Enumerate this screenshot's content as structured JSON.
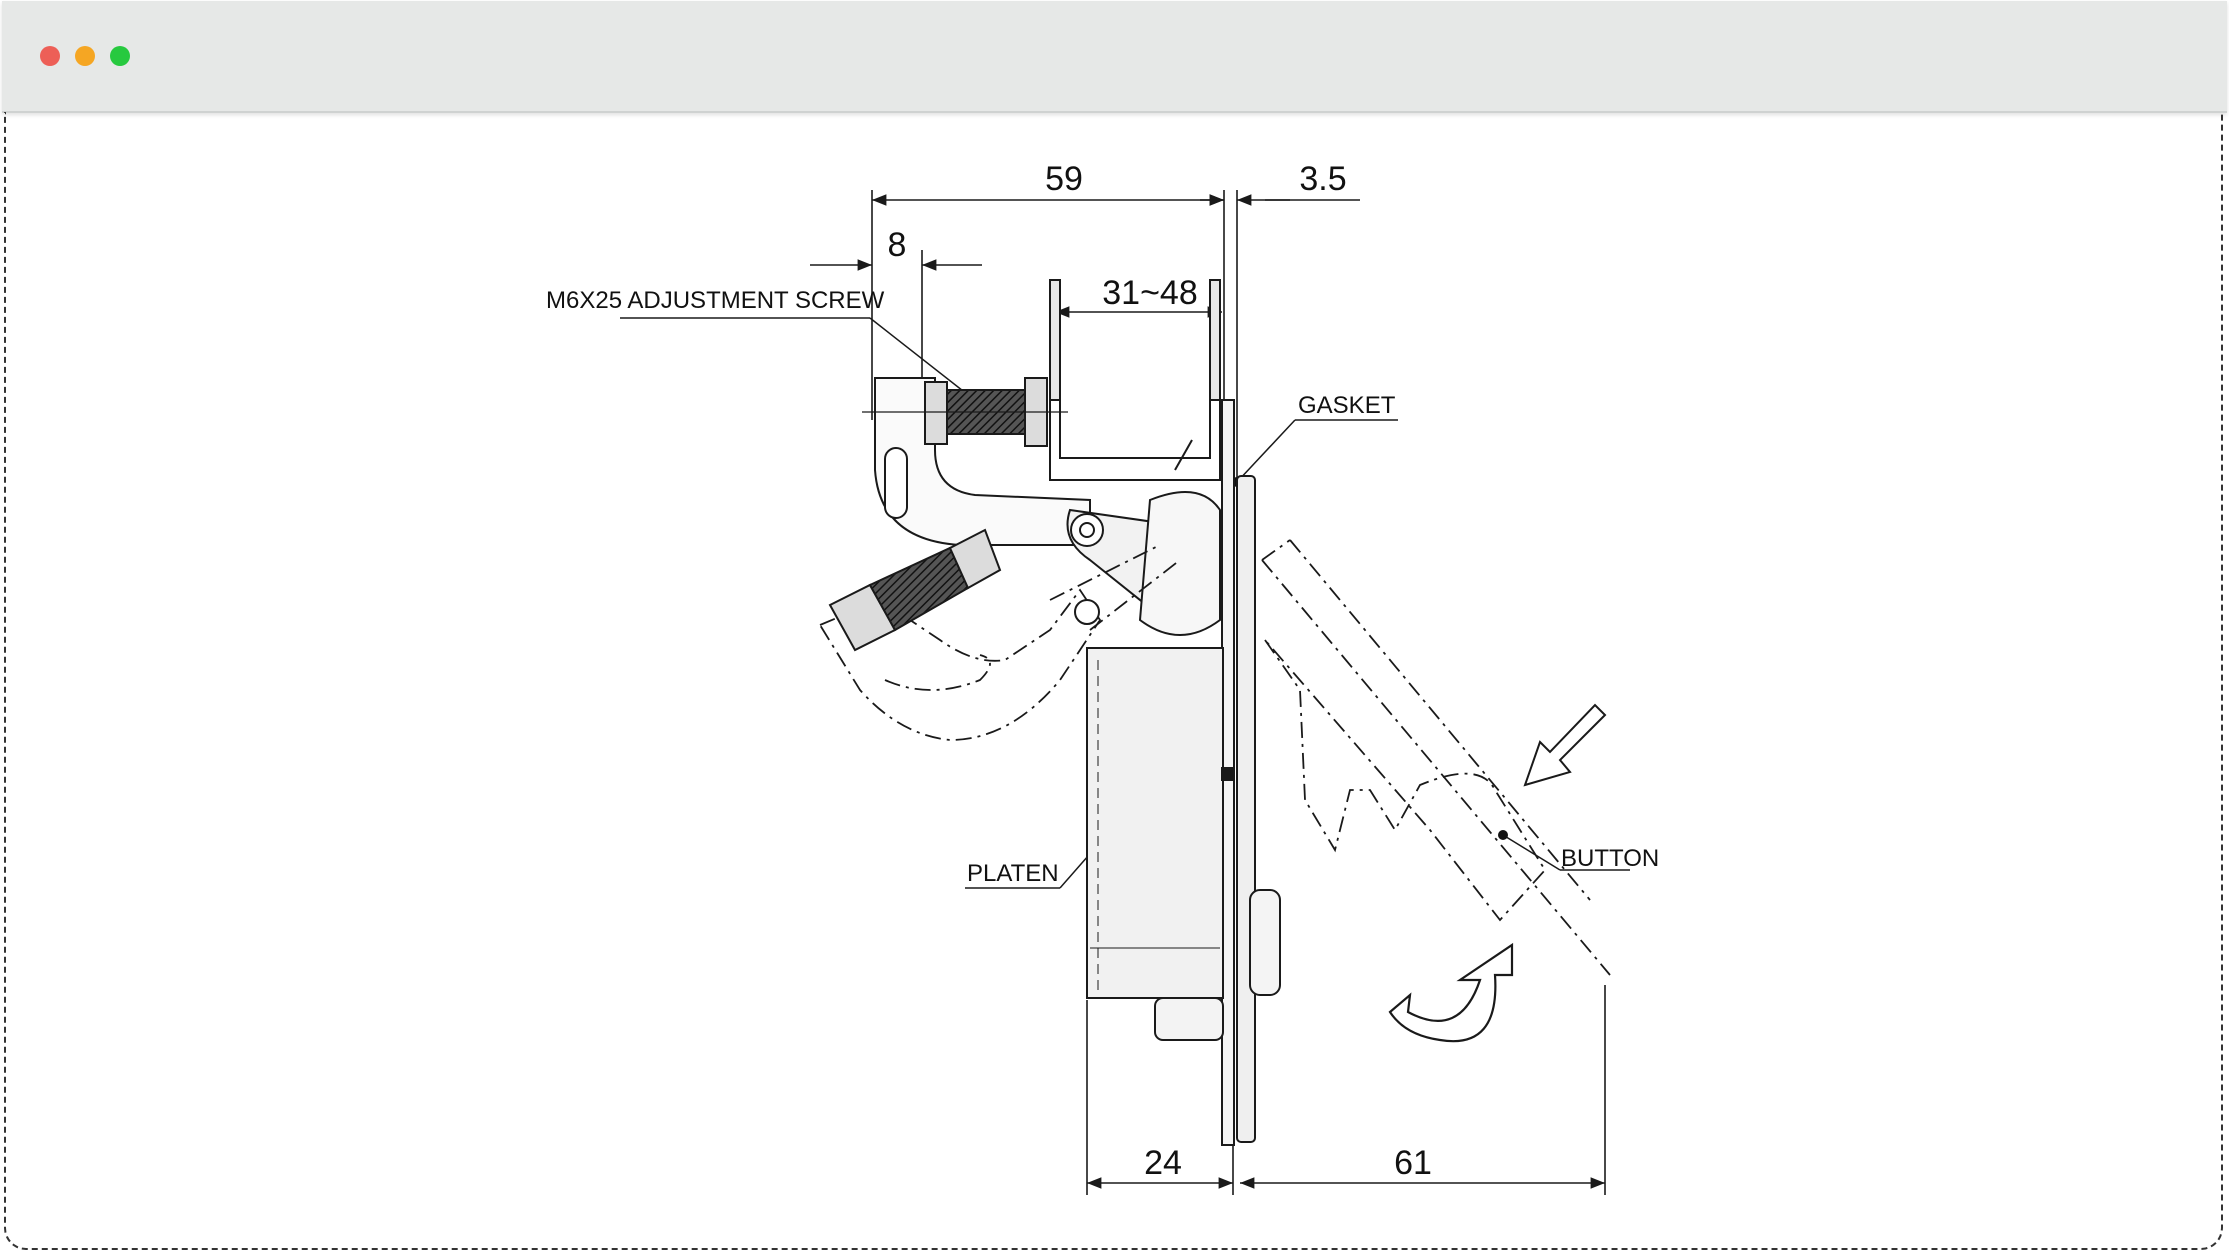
{
  "window": {
    "controls": {
      "close_color": "#ed5f57",
      "minimize_color": "#f5a623",
      "maximize_color": "#27c93f"
    }
  },
  "drawing": {
    "dimensions": {
      "top_overall": "59",
      "gasket_offset": "3.5",
      "screw_offset": "8",
      "clamp_range": "31~48",
      "platen_depth": "24",
      "handle_reach": "61"
    },
    "labels": {
      "adjustment_screw": "M6X25 ADJUSTMENT SCREW",
      "gasket": "GASKET",
      "platen": "PLATEN",
      "button": "BUTTON"
    },
    "line_color": "#1a1a1a"
  }
}
